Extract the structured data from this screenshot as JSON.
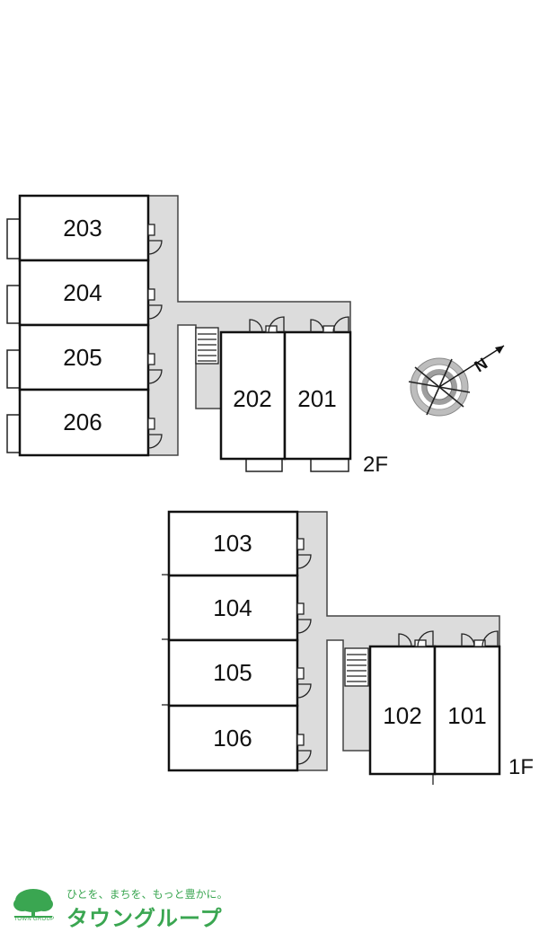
{
  "floors": [
    {
      "floor_label": "2F",
      "units": [
        {
          "id": "203",
          "label": "203"
        },
        {
          "id": "204",
          "label": "204"
        },
        {
          "id": "205",
          "label": "205"
        },
        {
          "id": "206",
          "label": "206"
        },
        {
          "id": "202",
          "label": "202"
        },
        {
          "id": "201",
          "label": "201"
        }
      ]
    },
    {
      "floor_label": "1F",
      "units": [
        {
          "id": "103",
          "label": "103"
        },
        {
          "id": "104",
          "label": "104"
        },
        {
          "id": "105",
          "label": "105"
        },
        {
          "id": "106",
          "label": "106"
        },
        {
          "id": "102",
          "label": "102"
        },
        {
          "id": "101",
          "label": "101"
        }
      ]
    }
  ],
  "compass": {
    "letter": "N",
    "icon": "north-compass-icon"
  },
  "logo": {
    "icon": "tree-logo-icon",
    "english": "TOWN GROUP",
    "tagline": "ひとを、まちを、もっと豊かに。",
    "name": "タウングループ",
    "color": "#3aa651"
  }
}
